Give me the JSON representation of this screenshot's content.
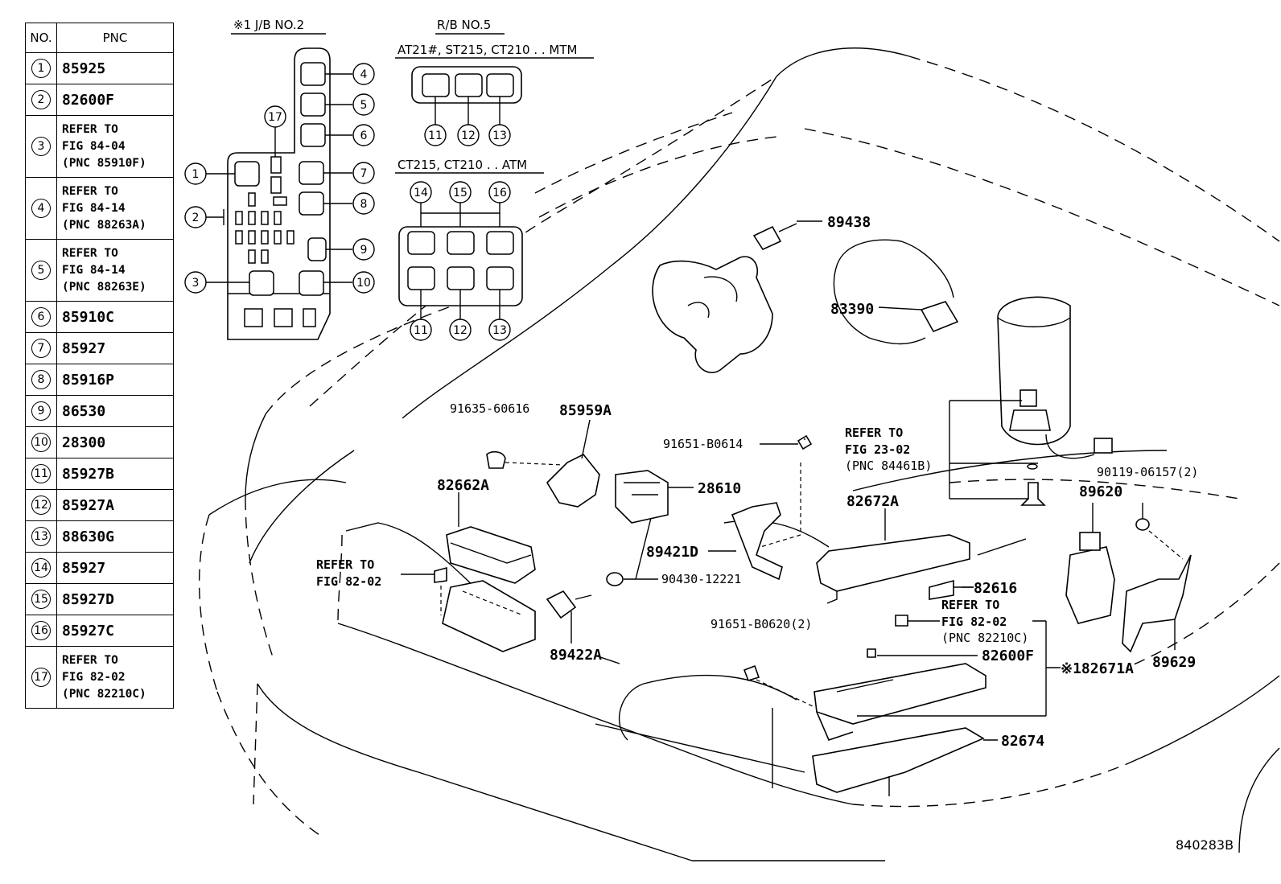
{
  "table": {
    "header_no": "NO.",
    "header_pnc": "PNC",
    "rows": [
      {
        "no": "1",
        "pnc": "85925"
      },
      {
        "no": "2",
        "pnc": "82600F"
      },
      {
        "no": "3",
        "line1": "REFER TO",
        "line2": "FIG 84-04",
        "line3": "(PNC 85910F)"
      },
      {
        "no": "4",
        "line1": "REFER TO",
        "line2": "FIG 84-14",
        "line3": "(PNC 88263A)"
      },
      {
        "no": "5",
        "line1": "REFER TO",
        "line2": "FIG 84-14",
        "line3": "(PNC 88263E)"
      },
      {
        "no": "6",
        "pnc": "85910C"
      },
      {
        "no": "7",
        "pnc": "85927"
      },
      {
        "no": "8",
        "pnc": "85916P"
      },
      {
        "no": "9",
        "pnc": "86530"
      },
      {
        "no": "10",
        "pnc": "28300"
      },
      {
        "no": "11",
        "pnc": "85927B"
      },
      {
        "no": "12",
        "pnc": "85927A"
      },
      {
        "no": "13",
        "pnc": "88630G"
      },
      {
        "no": "14",
        "pnc": "85927"
      },
      {
        "no": "15",
        "pnc": "85927D"
      },
      {
        "no": "16",
        "pnc": "85927C"
      },
      {
        "no": "17",
        "line1": "REFER TO",
        "line2": "FIG 82-02",
        "line3": "(PNC 82210C)"
      }
    ]
  },
  "jb": {
    "title": "※1 J/B NO.2",
    "callouts": {
      "c1": "1",
      "c2": "2",
      "c3": "3",
      "c4": "4",
      "c5": "5",
      "c6": "6",
      "c7": "7",
      "c8": "8",
      "c9": "9",
      "c10": "10",
      "c17": "17"
    }
  },
  "rb": {
    "title": "R/B NO.5",
    "mtm_label": "AT21#, ST215, CT210 . . MTM",
    "atm_label": "CT215, CT210 . . ATM",
    "mtm_callouts": {
      "a": "11",
      "b": "12",
      "c": "13"
    },
    "atm_top_callouts": {
      "a": "14",
      "b": "15",
      "c": "16"
    },
    "atm_bottom_callouts": {
      "a": "11",
      "b": "12",
      "c": "13"
    }
  },
  "parts": {
    "p89438": "89438",
    "p83390": "83390",
    "p85959a": "85959A",
    "p91635": "91635-60616",
    "p82662a": "82662A",
    "p28610": "28610",
    "p91651_0614": "91651-B0614",
    "p89421d": "89421D",
    "p90430": "90430-12221",
    "p89422a": "89422A",
    "p82672a": "82672A",
    "p82616": "82616",
    "p89620": "89620",
    "p90119": "90119-06157(2)",
    "p89629": "89629",
    "p91651_0620": "91651-B0620(2)",
    "p82600f": "82600F",
    "p82671a": "※182671A",
    "p82674": "82674"
  },
  "refers": {
    "r2302": {
      "l1": "REFER TO",
      "l2": "FIG 23-02",
      "l3": "(PNC 84461B)"
    },
    "r8202a": {
      "l1": "REFER TO",
      "l2": "FIG 82-02"
    },
    "r8202b": {
      "l1": "REFER TO",
      "l2": "FIG 82-02",
      "l3": "(PNC 82210C)"
    }
  },
  "figure_id": "840283B"
}
